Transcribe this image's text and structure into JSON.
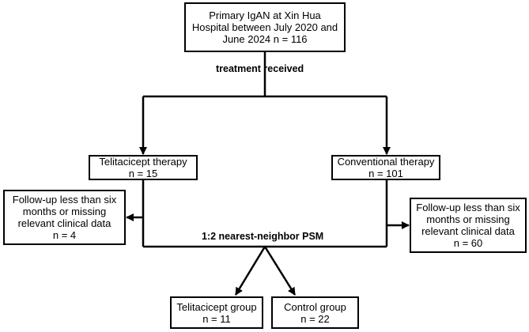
{
  "nodes": {
    "source": {
      "lines": [
        "Primary IgAN at Xin Hua",
        "Hospital between July 2020 and",
        "June 2024 n = 116"
      ]
    },
    "telitacicept_therapy": {
      "lines": [
        "Telitacicept therapy",
        "n = 15"
      ]
    },
    "conventional_therapy": {
      "lines": [
        "Conventional therapy",
        "n = 101"
      ]
    },
    "excluded_left": {
      "lines": [
        "Follow-up less than six",
        "months or missing",
        "relevant clinical data",
        "n = 4"
      ]
    },
    "excluded_right": {
      "lines": [
        "Follow-up less than six",
        "months or missing",
        "relevant clinical data",
        "n = 60"
      ]
    },
    "telitacicept_group": {
      "lines": [
        "Telitacicept group",
        "n = 11"
      ]
    },
    "control_group": {
      "lines": [
        "Control group",
        "n = 22"
      ]
    }
  },
  "labels": {
    "treatment": "treatment received",
    "psm": "1:2 nearest-neighbor PSM"
  },
  "colors": {
    "line": "#000000",
    "box_border": "#000000",
    "background": "#ffffff"
  }
}
